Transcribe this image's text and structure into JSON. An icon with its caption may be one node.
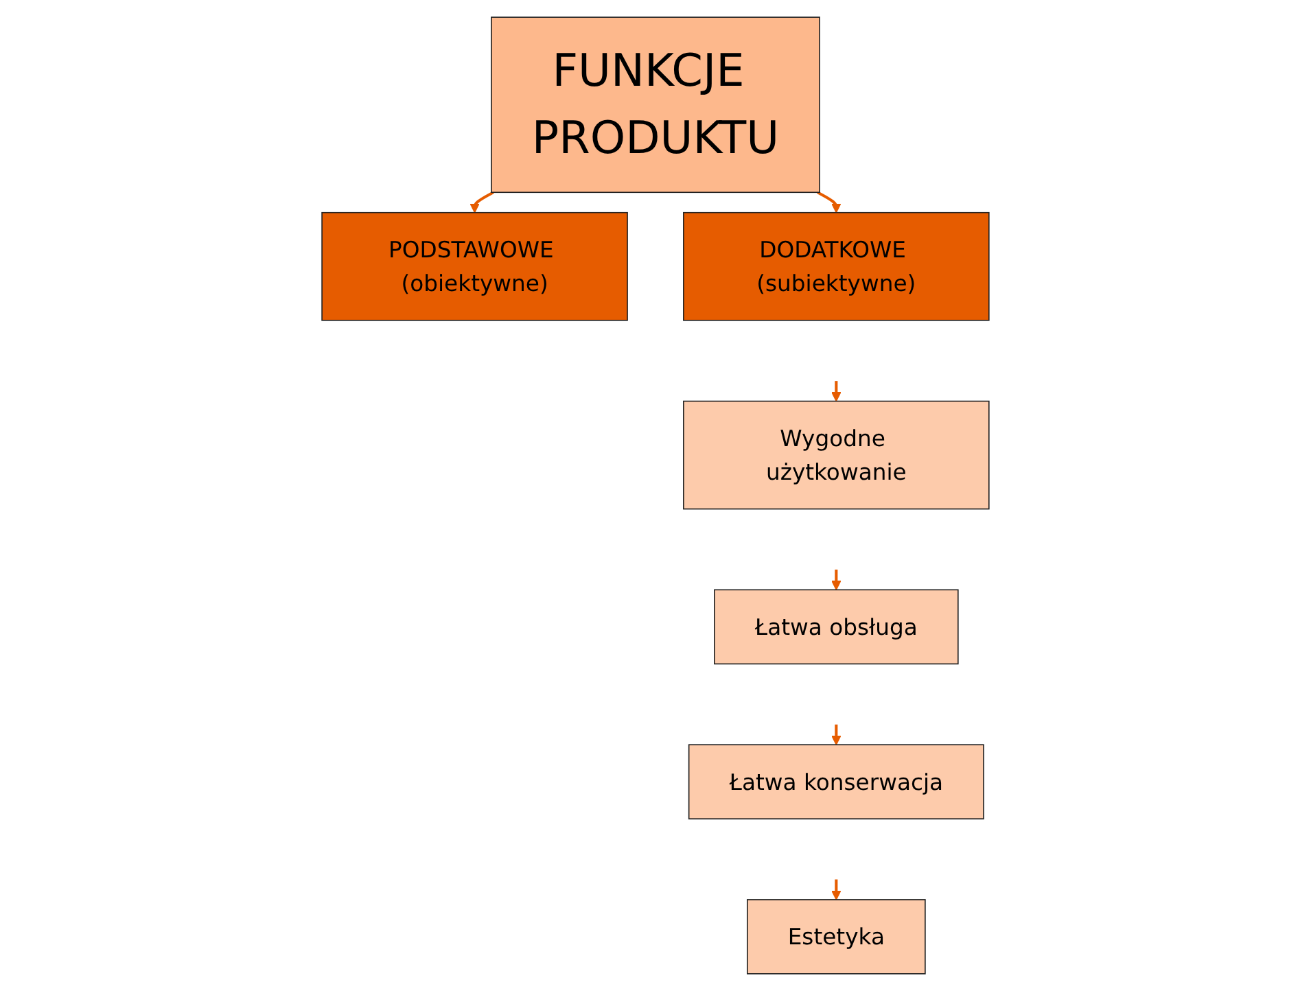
{
  "diagram": {
    "nodes": [
      {
        "text": [
          "FUNKCJE PRODUKTU"
        ]
      },
      {
        "text": [
          "PODSTAWOWE (obiektywne)"
        ]
      },
      {
        "text": [
          "DODATKOWE (subiektywne)"
        ]
      },
      {
        "text": [
          "Wygodne użytkowanie"
        ]
      },
      {
        "text": [
          "Łatwa obsługa"
        ]
      },
      {
        "text": [
          "Łatwa konserwacja"
        ]
      },
      {
        "text": [
          "Estetyka"
        ]
      }
    ],
    "edges": [
      {
        "from": 0,
        "to": 1,
        "arrow": "to"
      },
      {
        "from": 0,
        "to": 2,
        "arrow": "to"
      },
      {
        "from": null,
        "to": 3,
        "arrow": "to"
      },
      {
        "from": null,
        "to": 4,
        "arrow": "to"
      },
      {
        "from": null,
        "to": 5,
        "arrow": "to"
      },
      {
        "from": null,
        "to": 6,
        "arrow": "to"
      }
    ]
  }
}
